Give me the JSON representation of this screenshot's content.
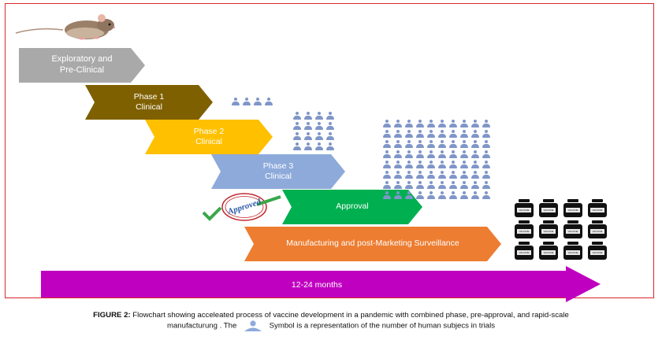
{
  "colors": {
    "frame": "#d9262c",
    "exploratory": "#a9a9a9",
    "phase1": "#7f6000",
    "phase2": "#ffc000",
    "phase3": "#8eaadb",
    "approval": "#00b050",
    "manufacturing": "#ed7d31",
    "timeline": "#c000c0",
    "people": "#7f96c8",
    "stamp_red": "#c0272d",
    "stamp_green": "#38a749",
    "stamp_text": "#2b5aa7"
  },
  "icons": {
    "mouse": "mouse-illustration",
    "person": "person-icon",
    "vaccine_vial": "vaccine-vial-icon",
    "approved_stamp": "approved-stamp-icon"
  },
  "stages": {
    "exploratory": "Exploratory and\nPre-Clinical",
    "phase1": "Phase 1\nClinical",
    "phase2": "Phase 2\nClinical",
    "phase3": "Phase 3\nClinical",
    "approval": "Approval",
    "manufacturing": "Manufacturing and post-Marketing Surveillance"
  },
  "stamp_text": "Approved",
  "vial_label": "VACCINE",
  "people_counts": {
    "phase1": 4,
    "phase2": 16,
    "phase3": 80
  },
  "vial_count": 12,
  "timeline": "12-24 months",
  "caption": {
    "bold": "FIGURE 2:",
    "line1": "Flowchart showing acceleated process of vaccine development in a pandemic with combined phase, pre-approval, and rapid-scale",
    "line2_a": "manufacturung .  The",
    "line2_b": "Symbol is a representation of the number of human subjecs in trials"
  }
}
